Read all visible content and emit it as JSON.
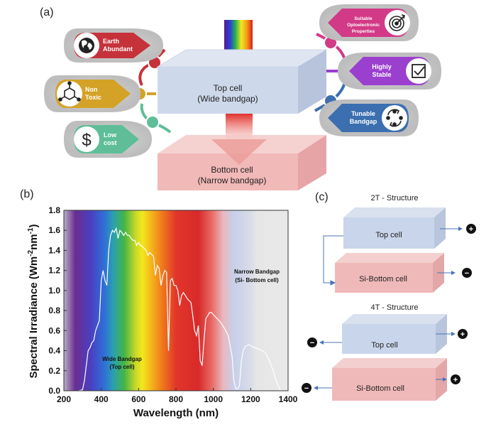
{
  "panel_a": {
    "label": "(a)",
    "top_cell": {
      "line1": "Top cell",
      "line2": "(Wide bandgap)"
    },
    "bottom_cell": {
      "line1": "Bottom cell",
      "line2": "(Narrow bandgap)"
    },
    "left_badges": [
      {
        "line1": "Earth",
        "line2": "Abundant",
        "color": "#c6323a",
        "icon": "globe-icon"
      },
      {
        "line1": "Non",
        "line2": "Toxic",
        "color": "#d4a227",
        "icon": "molecule-icon"
      },
      {
        "line1": "Low",
        "line2": "cost",
        "color": "#5fbe98",
        "icon": "dollar-icon"
      }
    ],
    "right_badges": [
      {
        "line1": "Suitable",
        "line2": "Optoelectronic",
        "line3": "Properties",
        "color": "#d23a87",
        "icon": "target-icon"
      },
      {
        "line1": "Highly",
        "line2": "Stable",
        "color": "#9b3fcf",
        "icon": "checkbox-icon"
      },
      {
        "line1": "Tunable",
        "line2": "Bandgap",
        "color": "#3b6fb0",
        "icon": "cycle-icon"
      }
    ]
  },
  "panel_b": {
    "label": "(b)",
    "wide_label": {
      "line1": "Wide Bandgap",
      "line2": "(Top cell)"
    },
    "narrow_label": {
      "line1": "Narrow Bandgap",
      "line2": "(Si- Bottom cell)"
    },
    "chart_data": {
      "type": "line",
      "xlabel": "Wavelength (nm)",
      "ylabel_parts": [
        "Spectral Irradiance (Wm",
        "-2",
        "nm",
        "-1",
        ")"
      ],
      "xlim": [
        200,
        1400
      ],
      "ylim": [
        0.0,
        1.8
      ],
      "xticks": [
        200,
        400,
        600,
        800,
        1000,
        1200,
        1400
      ],
      "yticks": [
        0.0,
        0.2,
        0.4,
        0.6,
        0.8,
        1.0,
        1.2,
        1.4,
        1.6,
        1.8
      ],
      "grid": false,
      "series": [
        {
          "color": "#ffffff",
          "x": [
            280,
            300,
            310,
            320,
            330,
            340,
            350,
            360,
            370,
            380,
            390,
            400,
            410,
            420,
            430,
            440,
            450,
            460,
            470,
            480,
            490,
            500,
            510,
            520,
            530,
            540,
            550,
            560,
            570,
            580,
            590,
            600,
            610,
            620,
            630,
            640,
            650,
            660,
            670,
            680,
            690,
            700,
            710,
            720,
            730,
            740,
            750,
            760,
            770,
            780,
            790,
            800,
            810,
            820,
            830,
            840,
            850,
            860,
            870,
            880,
            890,
            900,
            910,
            920,
            930,
            940,
            950,
            960,
            970,
            980,
            990,
            1000,
            1010,
            1020,
            1040,
            1060,
            1080,
            1100,
            1110,
            1120,
            1130,
            1140,
            1150,
            1160,
            1170,
            1180,
            1190,
            1200,
            1220,
            1240,
            1260,
            1280,
            1300,
            1320,
            1340,
            1360
          ],
          "y": [
            0.0,
            0.01,
            0.1,
            0.25,
            0.4,
            0.43,
            0.48,
            0.5,
            0.6,
            0.65,
            0.7,
            1.1,
            1.2,
            1.1,
            1.05,
            1.4,
            1.55,
            1.6,
            1.58,
            1.62,
            1.52,
            1.6,
            1.58,
            1.55,
            1.58,
            1.55,
            1.55,
            1.52,
            1.5,
            1.5,
            1.45,
            1.48,
            1.45,
            1.44,
            1.42,
            1.4,
            1.35,
            1.38,
            1.36,
            1.34,
            1.15,
            1.25,
            1.22,
            1.05,
            1.15,
            1.2,
            1.18,
            0.4,
            1.1,
            1.12,
            1.05,
            1.05,
            1.0,
            0.85,
            0.95,
            0.98,
            0.95,
            0.92,
            0.9,
            0.88,
            0.75,
            0.6,
            0.55,
            0.65,
            0.3,
            0.25,
            0.5,
            0.72,
            0.75,
            0.78,
            0.78,
            0.76,
            0.74,
            0.72,
            0.68,
            0.62,
            0.55,
            0.35,
            0.1,
            0.02,
            0.02,
            0.05,
            0.3,
            0.4,
            0.44,
            0.45,
            0.46,
            0.45,
            0.43,
            0.42,
            0.4,
            0.38,
            0.3,
            0.2,
            0.08,
            0.0
          ]
        }
      ]
    }
  },
  "panel_c": {
    "label": "(c)",
    "title_2t": "2T - Structure",
    "title_4t": "4T - Structure",
    "top_cell": "Top cell",
    "bottom_cell": "Si-Bottom cell",
    "plus": "+",
    "minus": "−"
  }
}
